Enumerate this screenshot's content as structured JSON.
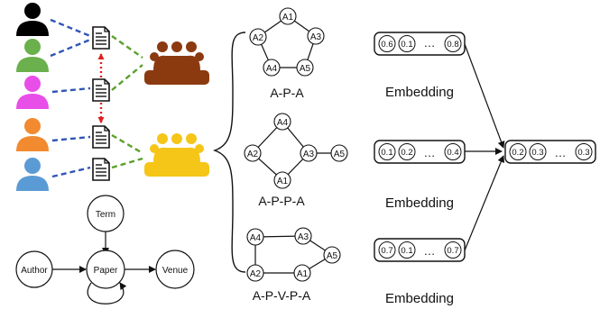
{
  "schema": {
    "nodes": [
      "Term",
      "Author",
      "Paper",
      "Venue"
    ]
  },
  "metapaths": [
    {
      "name": "A-P-A",
      "nodes": [
        "A1",
        "A2",
        "A3",
        "A4",
        "A5"
      ]
    },
    {
      "name": "A-P-P-A",
      "nodes": [
        "A4",
        "A2",
        "A3",
        "A5",
        "A1"
      ]
    },
    {
      "name": "A-P-V-P-A",
      "nodes": [
        "A4",
        "A3",
        "A5",
        "A2",
        "A1"
      ]
    }
  ],
  "embeddings": [
    {
      "label": "Embedding",
      "values": [
        "0.6",
        "0.1",
        "0.8"
      ],
      "ellipsis": "…"
    },
    {
      "label": "Embedding",
      "values": [
        "0.1",
        "0.2",
        "0.4"
      ],
      "ellipsis": "…"
    },
    {
      "label": "Embedding",
      "values": [
        "0.7",
        "0.1",
        "0.7"
      ],
      "ellipsis": "…"
    }
  ],
  "fused": {
    "values": [
      "0.2",
      "0.3",
      "0.3"
    ],
    "ellipsis": "…"
  },
  "colors": {
    "author1": "#000000",
    "author2": "#6ab04c",
    "author3": "#e84ee8",
    "author4": "#f28a30",
    "author5": "#5b9bd5",
    "group1": "#8b3a10",
    "group2": "#f5c518",
    "dash_blue": "#2f55b8",
    "dash_green": "#5aa02c",
    "dash_red": "#e02020"
  },
  "icons": {
    "author": "person-icon",
    "paper": "document-icon",
    "group": "meeting-group-icon"
  }
}
